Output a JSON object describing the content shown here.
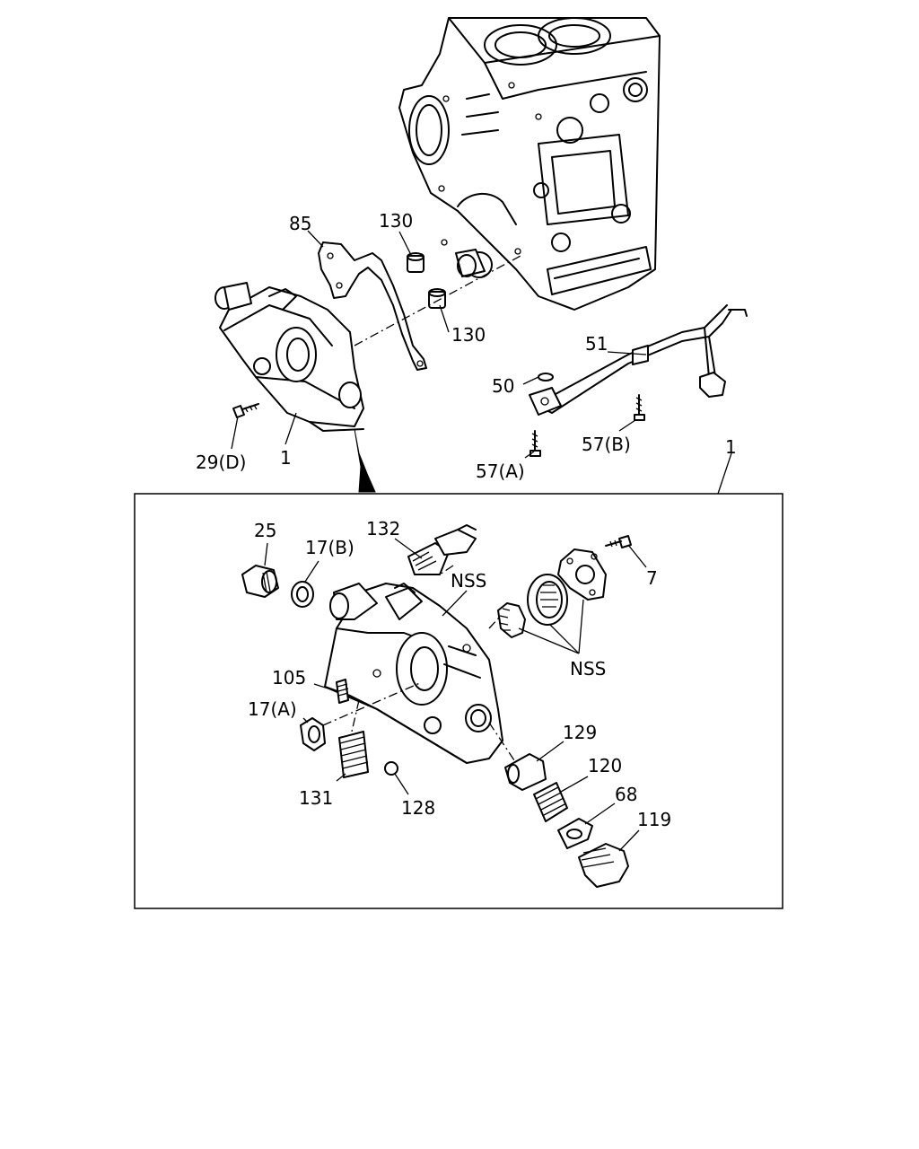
{
  "labels": {
    "p85": "85",
    "p130a": "130",
    "p130b": "130",
    "p51": "51",
    "p50": "50",
    "p57b": "57(B)",
    "p57a": "57(A)",
    "p29d": "29(D)",
    "p1a": "1",
    "p1b": "1",
    "p25": "25",
    "p17b": "17(B)",
    "p132": "132",
    "nss1": "NSS",
    "p7": "7",
    "nss2": "NSS",
    "p105": "105",
    "p17a": "17(A)",
    "p129": "129",
    "p120": "120",
    "p68": "68",
    "p119": "119",
    "p131": "131",
    "p128": "128"
  }
}
